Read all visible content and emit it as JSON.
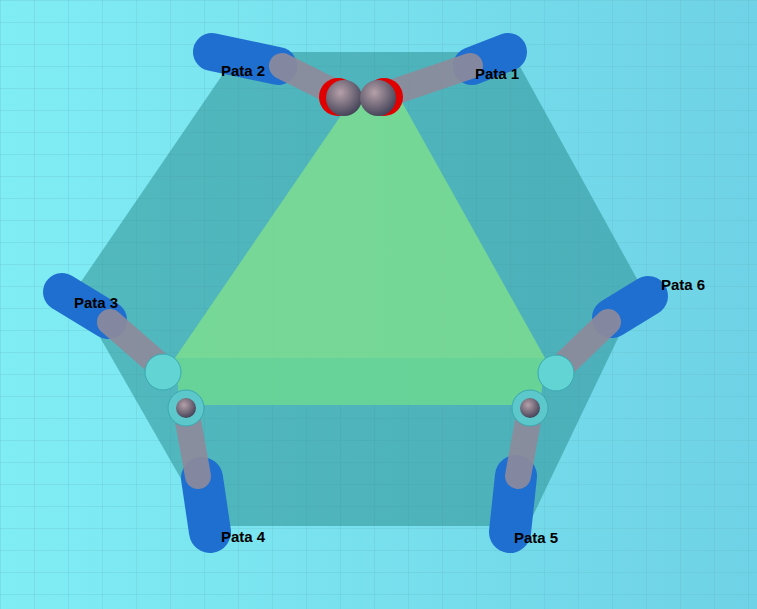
{
  "diagram": {
    "labels": [
      "Pata 2",
      "Pata 1",
      "Pata 3",
      "Pata 6",
      "Pata 4",
      "Pata 5"
    ]
  }
}
